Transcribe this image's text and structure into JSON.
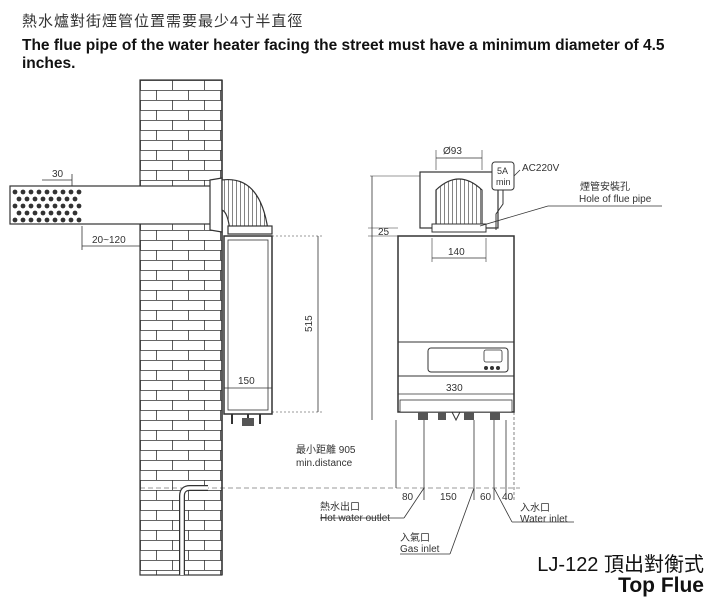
{
  "header": {
    "title_zh": "熱水爐對街煙管位置需要最少4寸半直徑",
    "title_en": "The flue pipe of the water heater facing the street must have a minimum diameter of 4.5 inches."
  },
  "model": {
    "code": "LJ-122 頂出對衡式",
    "name_en": "Top Flue"
  },
  "dims": {
    "d30": "30",
    "d20_120": "20~120",
    "d515": "515",
    "d150_side": "150",
    "d93": "Ø93",
    "d25": "25",
    "d140": "140",
    "d330": "330",
    "d80": "80",
    "d150": "150",
    "d60": "60",
    "d40": "40"
  },
  "labels": {
    "power_switch": "5A\nmin",
    "power_switch_top": "5A",
    "power_switch_bottom": "min",
    "ac": "AC220V",
    "flue_hole_zh": "煙管安裝孔",
    "flue_hole_en": "Hole of flue pipe",
    "min_distance_zh": "最小距離 905",
    "min_distance_en": "min.distance",
    "hot_out_zh": "熱水出口",
    "hot_out_en": "Hot water outlet",
    "gas_in_zh": "入氣口",
    "gas_in_en": "Gas inlet",
    "water_in_zh": "入水口",
    "water_in_en": "Water inlet"
  }
}
